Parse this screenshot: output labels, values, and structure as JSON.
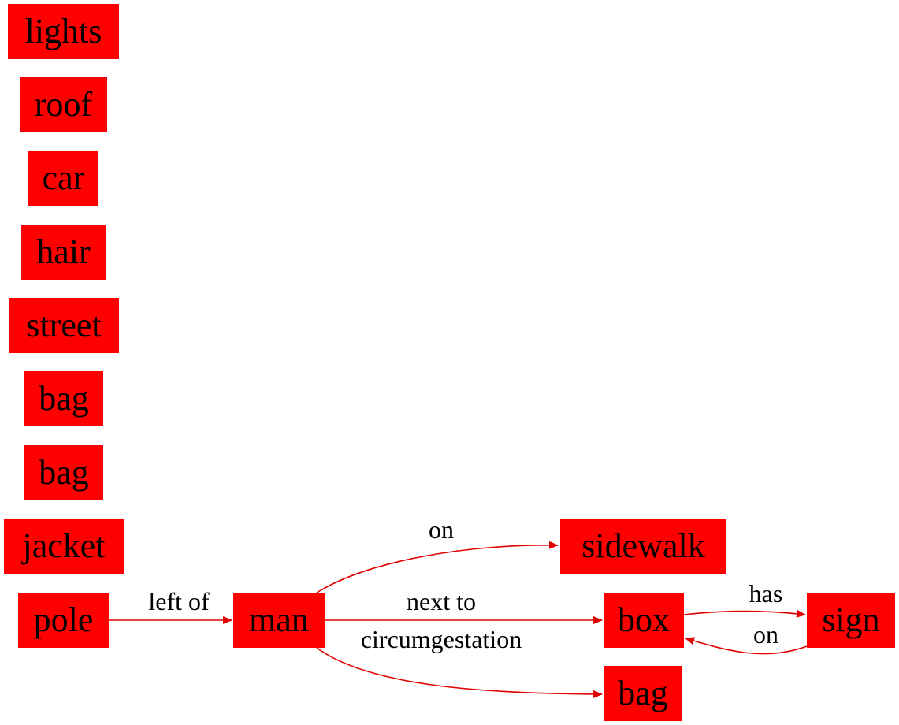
{
  "colors": {
    "node_fill": "#ff0000",
    "edge": "#e00000",
    "text": "#000000",
    "background": "#ffffff"
  },
  "nodes": {
    "lights": "lights",
    "roof": "roof",
    "car": "car",
    "hair": "hair",
    "street": "street",
    "bag_1": "bag",
    "bag_2": "bag",
    "jacket": "jacket",
    "pole": "pole",
    "man": "man",
    "sidewalk": "sidewalk",
    "box": "box",
    "sign": "sign",
    "bag_3": "bag"
  },
  "edges": [
    {
      "from": "pole",
      "to": "man",
      "label": "left of"
    },
    {
      "from": "man",
      "to": "sidewalk",
      "label": "on"
    },
    {
      "from": "man",
      "to": "box",
      "label": "next to"
    },
    {
      "from": "man",
      "to": "bag_3",
      "label": "circumgestation"
    },
    {
      "from": "box",
      "to": "sign",
      "label": "has"
    },
    {
      "from": "sign",
      "to": "box",
      "label": "on"
    }
  ]
}
